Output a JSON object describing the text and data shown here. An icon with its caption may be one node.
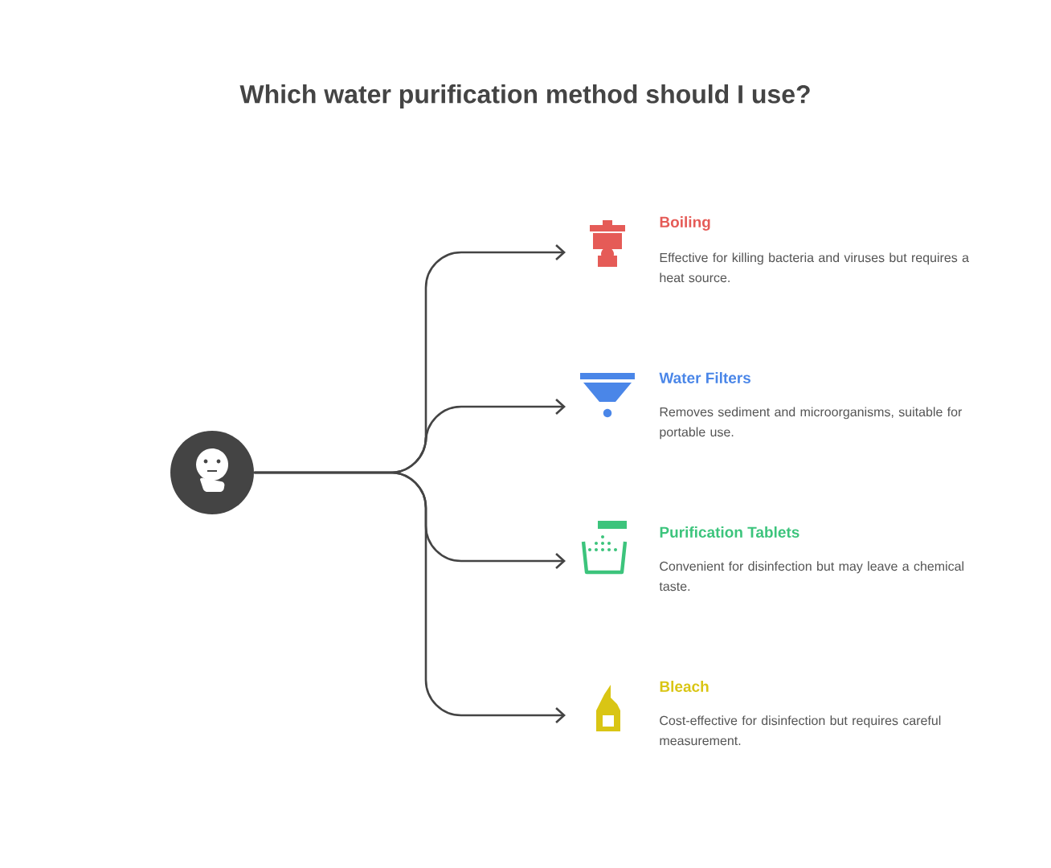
{
  "diagram": {
    "title": "Which water purification method should I use?",
    "nodes": [
      {
        "text": [],
        "shape": "circle"
      },
      {
        "text": [
          "Boiling",
          "Effective for killing bacteria and viruses but requires a heat source."
        ]
      },
      {
        "text": [
          "Water Filters",
          "Removes sediment and microorganisms, suitable for portable use."
        ]
      },
      {
        "text": [
          "Purification Tablets",
          "Convenient for disinfection but may leave a chemical taste."
        ]
      },
      {
        "text": [
          "Bleach",
          "Cost-effective for disinfection but requires careful measurement."
        ]
      }
    ],
    "edges": [
      {
        "from": 0,
        "to": 1,
        "arrow": "to"
      },
      {
        "from": 0,
        "to": 2,
        "arrow": "to"
      },
      {
        "from": 0,
        "to": 3,
        "arrow": "to"
      },
      {
        "from": 0,
        "to": 4,
        "arrow": "to"
      }
    ]
  }
}
